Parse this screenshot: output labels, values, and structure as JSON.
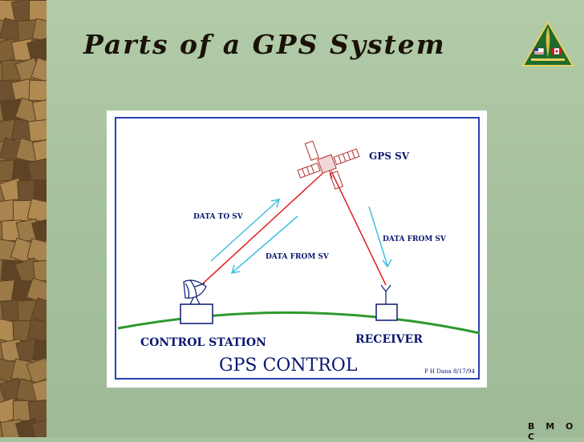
{
  "slide": {
    "title": "Parts of a GPS System",
    "footer": "B M O C"
  },
  "diagram": {
    "satellite_label": "GPS SV",
    "uplink_label": "DATA TO SV",
    "downlink_station_label": "DATA FROM SV",
    "downlink_receiver_label": "DATA FROM SV",
    "control_station_label": "CONTROL STATION",
    "receiver_label": "RECEIVER",
    "caption": "GPS CONTROL",
    "credit": "P H Dana 8/17/94"
  },
  "colors": {
    "link_line": "#e02020",
    "arrow": "#40c0e0",
    "earth_curve": "#2e9a2e",
    "frame_border": "#2a3fb0",
    "label_text": "#0b1870"
  },
  "icons": {
    "logo": "bmoc-emblem-icon",
    "satellite": "satellite-icon",
    "dish": "satellite-dish-icon",
    "antenna": "antenna-icon"
  }
}
